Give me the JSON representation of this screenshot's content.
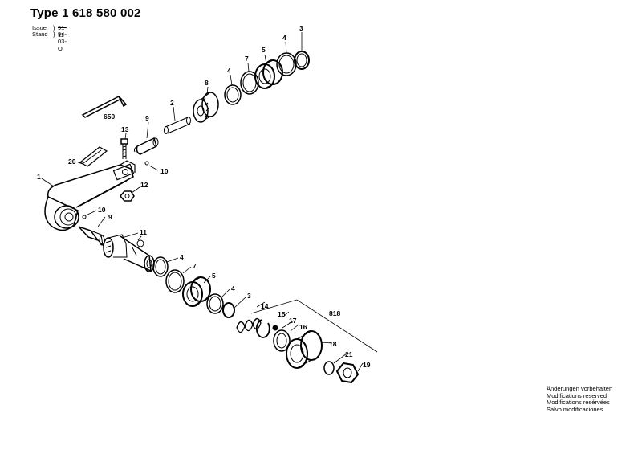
{
  "header": {
    "title": "Type 1 618 580 002",
    "issue_label": "Issue",
    "issue_value": "91-11",
    "stand_label": "Stand",
    "stand_value": "94-03-O"
  },
  "notice": {
    "lines": [
      "Änderungen vorbehalten",
      "Modifications reserved",
      "Modifications resérvées",
      "Salvo modificaciones"
    ]
  },
  "callouts": [
    {
      "id": "c3a",
      "label": "3"
    },
    {
      "id": "c4a",
      "label": "4"
    },
    {
      "id": "c5a",
      "label": "5"
    },
    {
      "id": "c7a",
      "label": "7"
    },
    {
      "id": "c4b",
      "label": "4"
    },
    {
      "id": "c8",
      "label": "8"
    },
    {
      "id": "c2",
      "label": "2"
    },
    {
      "id": "c650",
      "label": "650"
    },
    {
      "id": "c9a",
      "label": "9"
    },
    {
      "id": "c13",
      "label": "13"
    },
    {
      "id": "c20",
      "label": "20"
    },
    {
      "id": "c10a",
      "label": "10"
    },
    {
      "id": "c1",
      "label": "1"
    },
    {
      "id": "c12",
      "label": "12"
    },
    {
      "id": "c10b",
      "label": "10"
    },
    {
      "id": "c9b",
      "label": "9"
    },
    {
      "id": "c11",
      "label": "11"
    },
    {
      "id": "c4c",
      "label": "4"
    },
    {
      "id": "c7b",
      "label": "7"
    },
    {
      "id": "c5b",
      "label": "5"
    },
    {
      "id": "c4d",
      "label": "4"
    },
    {
      "id": "c3b",
      "label": "3"
    },
    {
      "id": "c14",
      "label": "14"
    },
    {
      "id": "c15",
      "label": "15"
    },
    {
      "id": "c17",
      "label": "17"
    },
    {
      "id": "c16",
      "label": "16"
    },
    {
      "id": "c818",
      "label": "818"
    },
    {
      "id": "c18",
      "label": "18"
    },
    {
      "id": "c21",
      "label": "21"
    },
    {
      "id": "c19",
      "label": "19"
    }
  ]
}
